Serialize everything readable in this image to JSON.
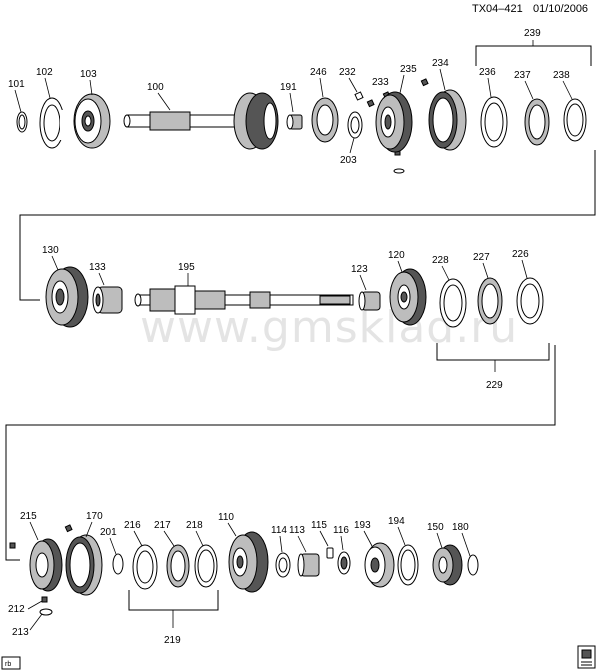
{
  "header": {
    "code": "TX04–421",
    "date": "01/10/2006"
  },
  "watermark": "www.gmsklad.ru",
  "badge_left": "rb",
  "row1": {
    "labels": {
      "p101": "101",
      "p102": "102",
      "p103": "103",
      "p100": "100",
      "p191": "191",
      "p246": "246",
      "p232": "232",
      "p233": "233",
      "p235": "235",
      "p234": "234",
      "p203": "203",
      "p236": "236",
      "p237": "237",
      "p238": "238",
      "p239": "239"
    }
  },
  "row2": {
    "labels": {
      "p130": "130",
      "p133": "133",
      "p195": "195",
      "p123": "123",
      "p120": "120",
      "p228": "228",
      "p227": "227",
      "p226": "226",
      "p229": "229"
    }
  },
  "row3": {
    "labels": {
      "p215": "215",
      "p170": "170",
      "p201": "201",
      "p216": "216",
      "p217": "217",
      "p218": "218",
      "p110": "110",
      "p114": "114",
      "p113": "113",
      "p115": "115",
      "p116": "116",
      "p193": "193",
      "p194": "194",
      "p150": "150",
      "p180": "180",
      "p212": "212",
      "p213": "213",
      "p219": "219"
    }
  }
}
